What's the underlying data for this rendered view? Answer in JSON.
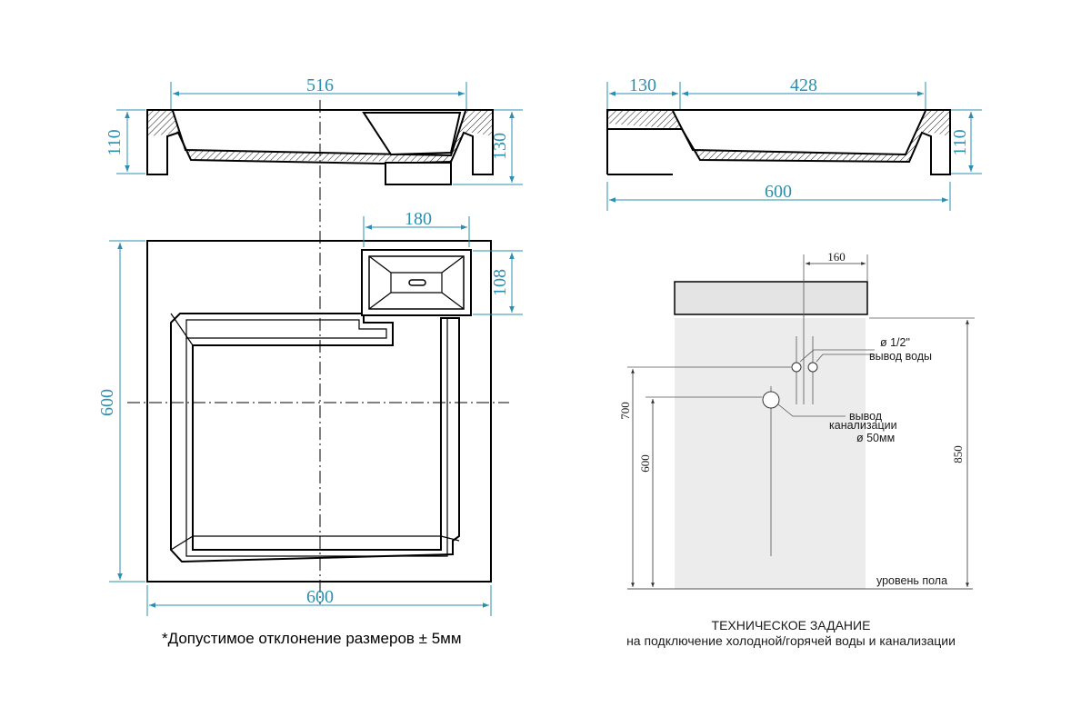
{
  "dimensions": {
    "top_left_width": "516",
    "top_left_height_left": "110",
    "top_left_height_right": "130",
    "top_right_overflow": "130",
    "top_right_bowl": "428",
    "top_right_height": "110",
    "top_right_total": "600",
    "plan_drain_width": "180",
    "plan_drain_height": "108",
    "plan_height": "600",
    "plan_width": "600"
  },
  "tech": {
    "dim_160": "160",
    "dim_700": "700",
    "dim_600": "600",
    "dim_850": "850",
    "water_line1": "ø 1/2\"",
    "water_line2": "вывод воды",
    "sewer_line1": "вывод",
    "sewer_line2": "канализации",
    "sewer_line3": "ø 50мм",
    "floor": "уровень пола"
  },
  "notes": {
    "tolerance": "*Допустимое отклонение размеров ± 5мм",
    "caption_title": "ТЕХНИЧЕСКОЕ ЗАДАНИЕ",
    "caption_sub": "на подключение холодной/горячей воды и канализации"
  }
}
